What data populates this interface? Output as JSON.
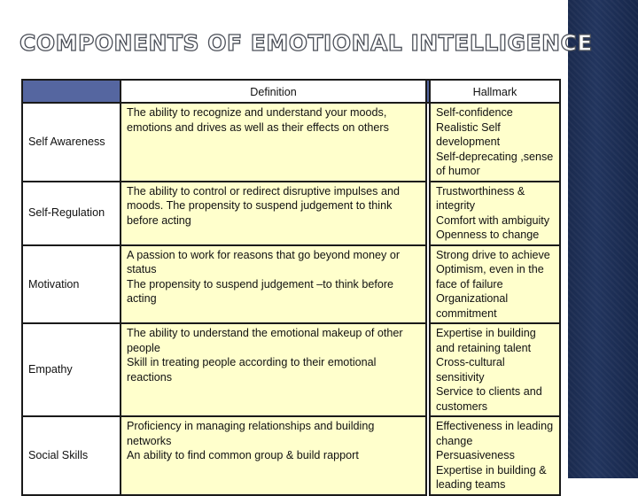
{
  "title": "COMPONENTS OF EMOTIONAL INTELLIGENCE",
  "table": {
    "headers": [
      "",
      "Definition",
      "Hallmark"
    ],
    "rows": [
      {
        "component": "Self Awareness",
        "definition": [
          "The ability to recognize and understand your moods, emotions and drives as well as their effects on others"
        ],
        "hallmark": [
          "Self-confidence",
          "Realistic Self development",
          "Self-deprecating ,sense of humor"
        ]
      },
      {
        "component": "Self-Regulation",
        "definition": [
          "The ability to control or redirect disruptive impulses and moods. The propensity to suspend judgement to think before acting"
        ],
        "hallmark": [
          "Trustworthiness & integrity",
          "Comfort with ambiguity",
          "Openness to change"
        ]
      },
      {
        "component": "Motivation",
        "definition": [
          "A passion to work for reasons that go beyond money or status",
          "The propensity to suspend judgement –to think before acting"
        ],
        "hallmark": [
          "Strong drive to achieve",
          "Optimism, even in the face of failure",
          "Organizational commitment"
        ]
      },
      {
        "component": "Empathy",
        "definition": [
          "The ability to understand the emotional makeup of other people",
          "Skill in treating people according to their emotional reactions"
        ],
        "hallmark": [
          "Expertise in building and retaining talent",
          "Cross-cultural sensitivity",
          "Service to clients and customers"
        ]
      },
      {
        "component": "Social Skills",
        "definition": [
          "Proficiency in managing relationships and building networks",
          "An ability to find common group & build rapport"
        ],
        "hallmark": [
          "Effectiveness in leading change",
          "Persuasiveness",
          "Expertise in building & leading teams"
        ]
      }
    ]
  }
}
